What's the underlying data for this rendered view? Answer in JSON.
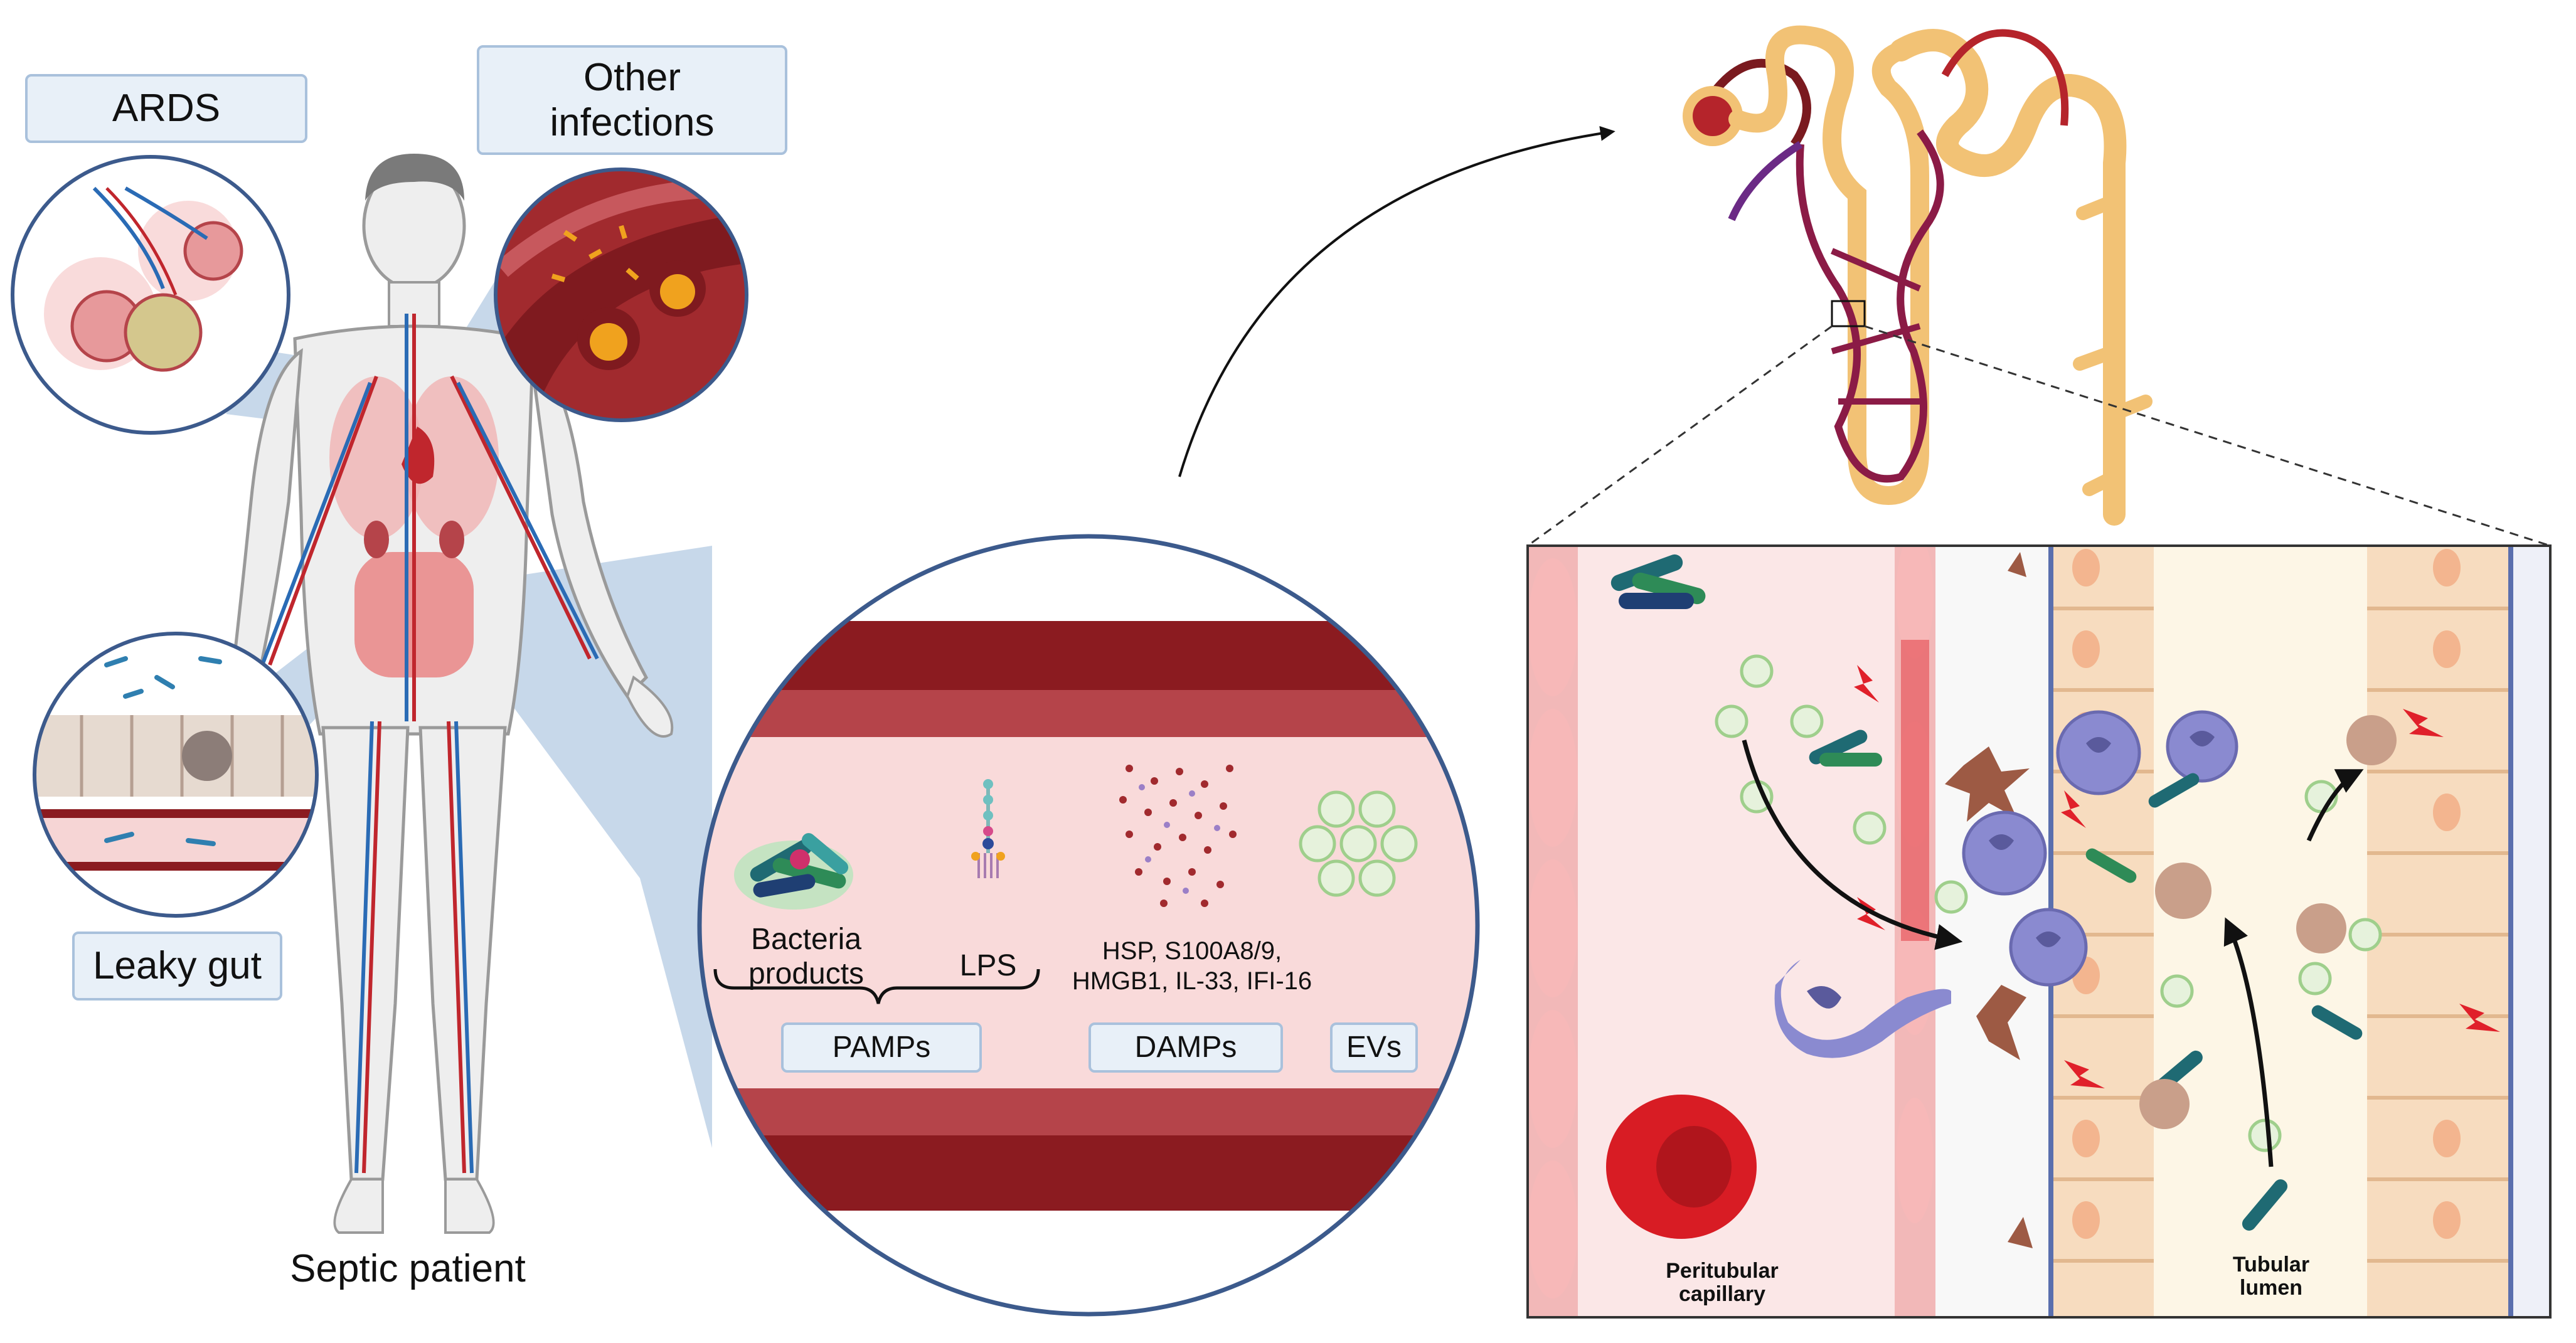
{
  "labels": {
    "ards": "ARDS",
    "other_infections": "Other\ninfections",
    "leaky_gut": "Leaky gut",
    "septic_patient": "Septic patient",
    "bacteria_products": "Bacteria\nproducts",
    "lps": "LPS",
    "damps_list": "HSP, S100A8/9,\nHMGB1, IL-33, IFI-16",
    "pamps": "PAMPs",
    "damps": "DAMPs",
    "evs": "EVs",
    "peritubular_capillary": "Peritubular\ncapillary",
    "tubular_lumen": "Tubular\nlumen"
  },
  "colors": {
    "vessel_dark": "#7f1a1f",
    "vessel_mid": "#b5444a",
    "plasma": "#f9dada",
    "tubule": "#f2c275",
    "label_box": "#e8f0f8",
    "circle_border": "#3c5a8c"
  }
}
